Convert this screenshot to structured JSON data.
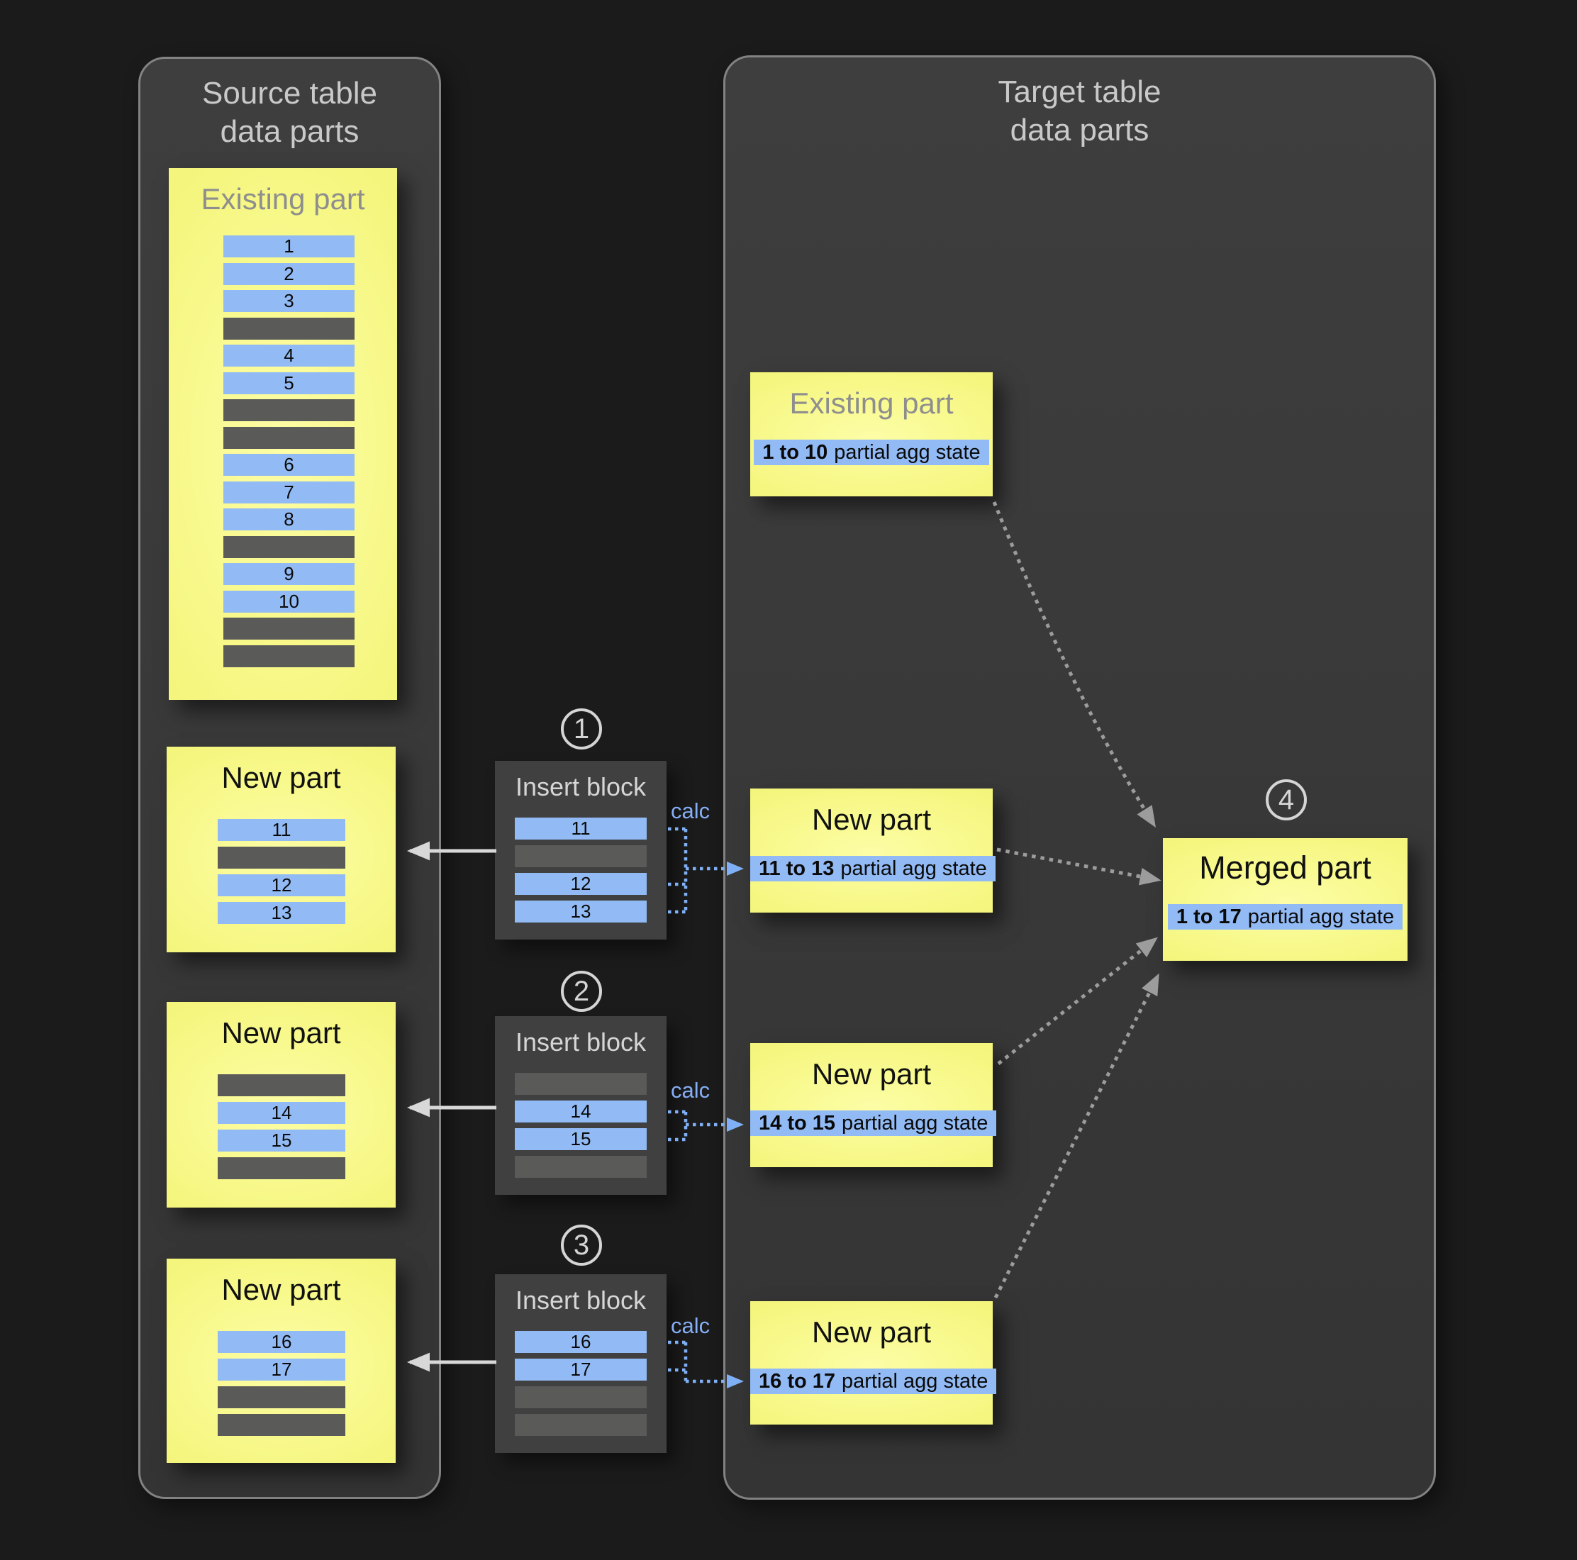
{
  "source_panel": {
    "title": "Source table\ndata parts",
    "existing_part": {
      "title": "Existing part",
      "rows": [
        "1",
        "2",
        "3",
        "",
        "4",
        "5",
        "",
        "",
        "6",
        "7",
        "8",
        "",
        "9",
        "10",
        "",
        ""
      ]
    },
    "new_parts": [
      {
        "title": "New part",
        "rows": [
          "11",
          "",
          "12",
          "13"
        ]
      },
      {
        "title": "New part",
        "rows": [
          "",
          "14",
          "15",
          ""
        ]
      },
      {
        "title": "New part",
        "rows": [
          "16",
          "17",
          "",
          ""
        ]
      }
    ]
  },
  "insert_blocks": [
    {
      "badge": "1",
      "title": "Insert block",
      "calc_label": "calc",
      "rows": [
        "11",
        "",
        "12",
        "13"
      ]
    },
    {
      "badge": "2",
      "title": "Insert block",
      "calc_label": "calc",
      "rows": [
        "",
        "14",
        "15",
        ""
      ]
    },
    {
      "badge": "3",
      "title": "Insert block",
      "calc_label": "calc",
      "rows": [
        "16",
        "17",
        "",
        ""
      ]
    }
  ],
  "target_panel": {
    "title": "Target table\ndata parts",
    "existing_part": {
      "title": "Existing part",
      "agg_range": "1 to 10",
      "agg_text": "partial agg state"
    },
    "new_parts": [
      {
        "title": "New part",
        "agg_range": "11 to 13",
        "agg_text": "partial agg state"
      },
      {
        "title": "New part",
        "agg_range": "14 to 15",
        "agg_text": "partial agg state"
      },
      {
        "title": "New part",
        "agg_range": "16 to 17",
        "agg_text": "partial agg state"
      }
    ],
    "merged_part": {
      "badge": "4",
      "title": "Merged part",
      "agg_range": "1 to 17",
      "agg_text": "partial agg state"
    }
  },
  "colors": {
    "background": "#1b1b1b",
    "panel_fill": "#3a3a3a",
    "panel_border": "#828282",
    "part_yellow": "#f7f88b",
    "row_blue": "#92baf4",
    "row_gray": "#5a5a58",
    "calc_blue": "#85aef5",
    "dotted_gray": "#9c9c9c",
    "solid_arrow": "#d8d8d8"
  }
}
